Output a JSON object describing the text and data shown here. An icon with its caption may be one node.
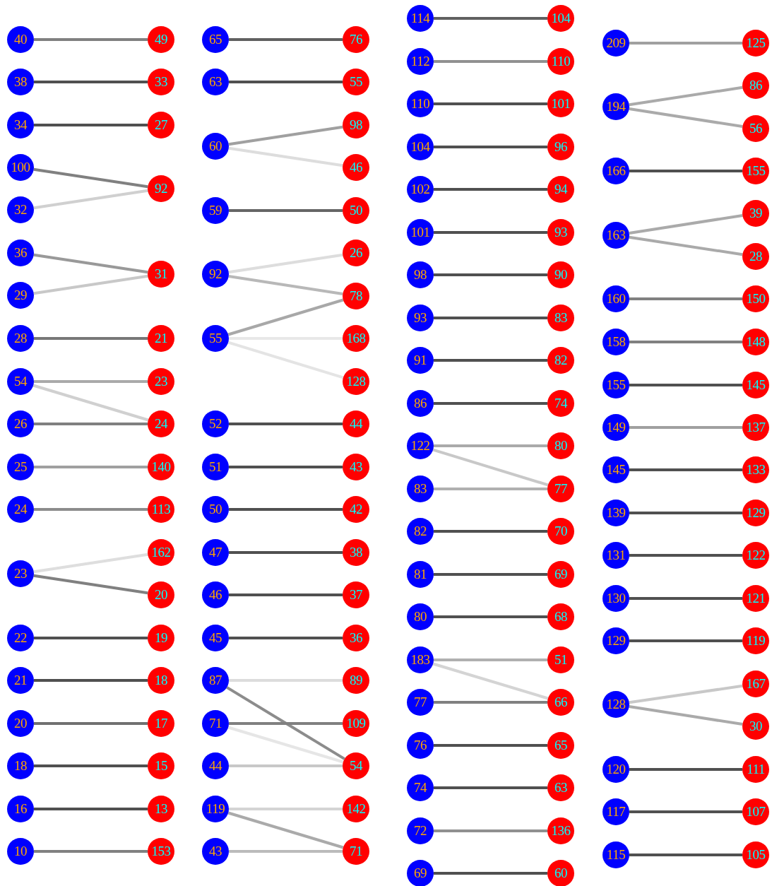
{
  "diagram": {
    "nodes": [
      {
        "text": [
          "40"
        ]
      },
      {
        "text": [
          "38"
        ]
      },
      {
        "text": [
          "34"
        ]
      },
      {
        "text": [
          "100"
        ]
      },
      {
        "text": [
          "32"
        ]
      },
      {
        "text": [
          "36"
        ]
      },
      {
        "text": [
          "29"
        ]
      },
      {
        "text": [
          "28"
        ]
      },
      {
        "text": [
          "54"
        ]
      },
      {
        "text": [
          "26"
        ]
      },
      {
        "text": [
          "25"
        ]
      },
      {
        "text": [
          "24"
        ]
      },
      {
        "text": [
          "23"
        ]
      },
      {
        "text": [
          "22"
        ]
      },
      {
        "text": [
          "21"
        ]
      },
      {
        "text": [
          "20"
        ]
      },
      {
        "text": [
          "18"
        ]
      },
      {
        "text": [
          "16"
        ]
      },
      {
        "text": [
          "10"
        ]
      },
      {
        "text": [
          "49"
        ]
      },
      {
        "text": [
          "33"
        ]
      },
      {
        "text": [
          "27"
        ]
      },
      {
        "text": [
          "92"
        ]
      },
      {
        "text": [
          "31"
        ]
      },
      {
        "text": [
          "21"
        ]
      },
      {
        "text": [
          "23"
        ]
      },
      {
        "text": [
          "24"
        ]
      },
      {
        "text": [
          "140"
        ]
      },
      {
        "text": [
          "113"
        ]
      },
      {
        "text": [
          "162"
        ]
      },
      {
        "text": [
          "20"
        ]
      },
      {
        "text": [
          "19"
        ]
      },
      {
        "text": [
          "18"
        ]
      },
      {
        "text": [
          "17"
        ]
      },
      {
        "text": [
          "15"
        ]
      },
      {
        "text": [
          "13"
        ]
      },
      {
        "text": [
          "153"
        ]
      },
      {
        "text": [
          "65"
        ]
      },
      {
        "text": [
          "63"
        ]
      },
      {
        "text": [
          "60"
        ]
      },
      {
        "text": [
          "59"
        ]
      },
      {
        "text": [
          "92"
        ]
      },
      {
        "text": [
          "55"
        ]
      },
      {
        "text": [
          "52"
        ]
      },
      {
        "text": [
          "51"
        ]
      },
      {
        "text": [
          "50"
        ]
      },
      {
        "text": [
          "47"
        ]
      },
      {
        "text": [
          "46"
        ]
      },
      {
        "text": [
          "45"
        ]
      },
      {
        "text": [
          "87"
        ]
      },
      {
        "text": [
          "71"
        ]
      },
      {
        "text": [
          "44"
        ]
      },
      {
        "text": [
          "119"
        ]
      },
      {
        "text": [
          "43"
        ]
      },
      {
        "text": [
          "76"
        ]
      },
      {
        "text": [
          "55"
        ]
      },
      {
        "text": [
          "98"
        ]
      },
      {
        "text": [
          "46"
        ]
      },
      {
        "text": [
          "50"
        ]
      },
      {
        "text": [
          "26"
        ]
      },
      {
        "text": [
          "78"
        ]
      },
      {
        "text": [
          "168"
        ]
      },
      {
        "text": [
          "128"
        ]
      },
      {
        "text": [
          "44"
        ]
      },
      {
        "text": [
          "43"
        ]
      },
      {
        "text": [
          "42"
        ]
      },
      {
        "text": [
          "38"
        ]
      },
      {
        "text": [
          "37"
        ]
      },
      {
        "text": [
          "36"
        ]
      },
      {
        "text": [
          "89"
        ]
      },
      {
        "text": [
          "109"
        ]
      },
      {
        "text": [
          "54"
        ]
      },
      {
        "text": [
          "142"
        ]
      },
      {
        "text": [
          "71"
        ]
      },
      {
        "text": [
          "114"
        ]
      },
      {
        "text": [
          "112"
        ]
      },
      {
        "text": [
          "110"
        ]
      },
      {
        "text": [
          "104"
        ]
      },
      {
        "text": [
          "102"
        ]
      },
      {
        "text": [
          "101"
        ]
      },
      {
        "text": [
          "98"
        ]
      },
      {
        "text": [
          "93"
        ]
      },
      {
        "text": [
          "91"
        ]
      },
      {
        "text": [
          "86"
        ]
      },
      {
        "text": [
          "122"
        ]
      },
      {
        "text": [
          "83"
        ]
      },
      {
        "text": [
          "82"
        ]
      },
      {
        "text": [
          "81"
        ]
      },
      {
        "text": [
          "80"
        ]
      },
      {
        "text": [
          "183"
        ]
      },
      {
        "text": [
          "77"
        ]
      },
      {
        "text": [
          "76"
        ]
      },
      {
        "text": [
          "74"
        ]
      },
      {
        "text": [
          "72"
        ]
      },
      {
        "text": [
          "69"
        ]
      },
      {
        "text": [
          "104"
        ]
      },
      {
        "text": [
          "110"
        ]
      },
      {
        "text": [
          "101"
        ]
      },
      {
        "text": [
          "96"
        ]
      },
      {
        "text": [
          "94"
        ]
      },
      {
        "text": [
          "93"
        ]
      },
      {
        "text": [
          "90"
        ]
      },
      {
        "text": [
          "83"
        ]
      },
      {
        "text": [
          "82"
        ]
      },
      {
        "text": [
          "74"
        ]
      },
      {
        "text": [
          "80"
        ]
      },
      {
        "text": [
          "77"
        ]
      },
      {
        "text": [
          "70"
        ]
      },
      {
        "text": [
          "69"
        ]
      },
      {
        "text": [
          "68"
        ]
      },
      {
        "text": [
          "51"
        ]
      },
      {
        "text": [
          "66"
        ]
      },
      {
        "text": [
          "65"
        ]
      },
      {
        "text": [
          "63"
        ]
      },
      {
        "text": [
          "136"
        ]
      },
      {
        "text": [
          "60"
        ]
      },
      {
        "text": [
          "209"
        ]
      },
      {
        "text": [
          "194"
        ]
      },
      {
        "text": [
          "166"
        ]
      },
      {
        "text": [
          "163"
        ]
      },
      {
        "text": [
          "160"
        ]
      },
      {
        "text": [
          "158"
        ]
      },
      {
        "text": [
          "155"
        ]
      },
      {
        "text": [
          "149"
        ]
      },
      {
        "text": [
          "145"
        ]
      },
      {
        "text": [
          "139"
        ]
      },
      {
        "text": [
          "131"
        ]
      },
      {
        "text": [
          "130"
        ]
      },
      {
        "text": [
          "129"
        ]
      },
      {
        "text": [
          "128"
        ]
      },
      {
        "text": [
          "120"
        ]
      },
      {
        "text": [
          "117"
        ]
      },
      {
        "text": [
          "115"
        ]
      },
      {
        "text": [
          "125"
        ]
      },
      {
        "text": [
          "86"
        ]
      },
      {
        "text": [
          "56"
        ]
      },
      {
        "text": [
          "155"
        ]
      },
      {
        "text": [
          "39"
        ]
      },
      {
        "text": [
          "28"
        ]
      },
      {
        "text": [
          "150"
        ]
      },
      {
        "text": [
          "148"
        ]
      },
      {
        "text": [
          "145"
        ]
      },
      {
        "text": [
          "137"
        ]
      },
      {
        "text": [
          "133"
        ]
      },
      {
        "text": [
          "129"
        ]
      },
      {
        "text": [
          "122"
        ]
      },
      {
        "text": [
          "121"
        ]
      },
      {
        "text": [
          "119"
        ]
      },
      {
        "text": [
          "167"
        ]
      },
      {
        "text": [
          "30"
        ]
      },
      {
        "text": [
          "111"
        ]
      },
      {
        "text": [
          "107"
        ]
      },
      {
        "text": [
          "105"
        ]
      }
    ],
    "edges": [
      {
        "from": 0,
        "to": 19,
        "arrow": "none",
        "color": "#808080"
      },
      {
        "from": 1,
        "to": 20,
        "arrow": "none"
      },
      {
        "from": 2,
        "to": 21,
        "arrow": "none"
      },
      {
        "from": 3,
        "to": 22,
        "arrow": "none",
        "color": "#808080"
      },
      {
        "from": 4,
        "to": 22,
        "arrow": "none",
        "color": "#d0d0d0"
      },
      {
        "from": 5,
        "to": 23,
        "arrow": "none",
        "color": "#999999"
      },
      {
        "from": 6,
        "to": 23,
        "arrow": "none",
        "color": "#c8c8c8"
      },
      {
        "from": 7,
        "to": 24,
        "arrow": "none",
        "color": "#777777"
      },
      {
        "from": 8,
        "to": 25,
        "arrow": "none",
        "color": "#aaaaaa"
      },
      {
        "from": 8,
        "to": 26,
        "arrow": "none",
        "color": "#d0d0d0"
      },
      {
        "from": 9,
        "to": 26,
        "arrow": "none",
        "color": "#808080"
      },
      {
        "from": 10,
        "to": 27,
        "arrow": "none",
        "color": "#a0a0a0"
      },
      {
        "from": 11,
        "to": 28,
        "arrow": "none",
        "color": "#8c8c8c"
      },
      {
        "from": 12,
        "to": 29,
        "arrow": "none",
        "color": "#dedede"
      },
      {
        "from": 12,
        "to": 30,
        "arrow": "none",
        "color": "#808080"
      },
      {
        "from": 13,
        "to": 31,
        "arrow": "none"
      },
      {
        "from": 14,
        "to": 32,
        "arrow": "none"
      },
      {
        "from": 15,
        "to": 33,
        "arrow": "none",
        "color": "#707070"
      },
      {
        "from": 16,
        "to": 34,
        "arrow": "none"
      },
      {
        "from": 17,
        "to": 35,
        "arrow": "none"
      },
      {
        "from": 18,
        "to": 36,
        "arrow": "none",
        "color": "#808080"
      },
      {
        "from": 37,
        "to": 54,
        "arrow": "none",
        "color": "#606060"
      },
      {
        "from": 38,
        "to": 55,
        "arrow": "none"
      },
      {
        "from": 39,
        "to": 56,
        "arrow": "none",
        "color": "#a0a0a0"
      },
      {
        "from": 39,
        "to": 57,
        "arrow": "none",
        "color": "#dddddd"
      },
      {
        "from": 40,
        "to": 58,
        "arrow": "none",
        "color": "#666666"
      },
      {
        "from": 41,
        "to": 59,
        "arrow": "none",
        "color": "#dddddd"
      },
      {
        "from": 41,
        "to": 60,
        "arrow": "none",
        "color": "#b8b8b8"
      },
      {
        "from": 42,
        "to": 60,
        "arrow": "none",
        "color": "#a8a8a8"
      },
      {
        "from": 42,
        "to": 61,
        "arrow": "none",
        "color": "#e8e8e8"
      },
      {
        "from": 42,
        "to": 62,
        "arrow": "none",
        "color": "#e4e4e4"
      },
      {
        "from": 43,
        "to": 63,
        "arrow": "none"
      },
      {
        "from": 44,
        "to": 64,
        "arrow": "none"
      },
      {
        "from": 45,
        "to": 65,
        "arrow": "none"
      },
      {
        "from": 46,
        "to": 66,
        "arrow": "none"
      },
      {
        "from": 47,
        "to": 67,
        "arrow": "none"
      },
      {
        "from": 48,
        "to": 68,
        "arrow": "none"
      },
      {
        "from": 49,
        "to": 69,
        "arrow": "none",
        "color": "#dcdcdc"
      },
      {
        "from": 49,
        "to": 71,
        "arrow": "none",
        "color": "#8c8c8c"
      },
      {
        "from": 50,
        "to": 70,
        "arrow": "none",
        "color": "#808080"
      },
      {
        "from": 50,
        "to": 71,
        "arrow": "none",
        "color": "#e6e6e6"
      },
      {
        "from": 51,
        "to": 71,
        "arrow": "none",
        "color": "#c8c8c8"
      },
      {
        "from": 52,
        "to": 72,
        "arrow": "none",
        "color": "#d4d4d4"
      },
      {
        "from": 52,
        "to": 73,
        "arrow": "none",
        "color": "#aaaaaa"
      },
      {
        "from": 53,
        "to": 73,
        "arrow": "none",
        "color": "#bbbbbb"
      },
      {
        "from": 74,
        "to": 95,
        "arrow": "none",
        "color": "#606060"
      },
      {
        "from": 75,
        "to": 96,
        "arrow": "none",
        "color": "#909090"
      },
      {
        "from": 76,
        "to": 97,
        "arrow": "none"
      },
      {
        "from": 77,
        "to": 98,
        "arrow": "none"
      },
      {
        "from": 78,
        "to": 99,
        "arrow": "none"
      },
      {
        "from": 79,
        "to": 100,
        "arrow": "none"
      },
      {
        "from": 80,
        "to": 101,
        "arrow": "none"
      },
      {
        "from": 81,
        "to": 102,
        "arrow": "none"
      },
      {
        "from": 82,
        "to": 103,
        "arrow": "none"
      },
      {
        "from": 83,
        "to": 104,
        "arrow": "none"
      },
      {
        "from": 84,
        "to": 105,
        "arrow": "none",
        "color": "#aaaaaa"
      },
      {
        "from": 84,
        "to": 106,
        "arrow": "none",
        "color": "#c8c8c8"
      },
      {
        "from": 85,
        "to": 106,
        "arrow": "none",
        "color": "#b0b0b0"
      },
      {
        "from": 86,
        "to": 107,
        "arrow": "none"
      },
      {
        "from": 87,
        "to": 108,
        "arrow": "none"
      },
      {
        "from": 88,
        "to": 109,
        "arrow": "none"
      },
      {
        "from": 89,
        "to": 110,
        "arrow": "none",
        "color": "#b0b0b0"
      },
      {
        "from": 89,
        "to": 111,
        "arrow": "none",
        "color": "#d4d4d4"
      },
      {
        "from": 90,
        "to": 111,
        "arrow": "none",
        "color": "#808080"
      },
      {
        "from": 91,
        "to": 112,
        "arrow": "none"
      },
      {
        "from": 92,
        "to": 113,
        "arrow": "none"
      },
      {
        "from": 93,
        "to": 114,
        "arrow": "none",
        "color": "#909090"
      },
      {
        "from": 94,
        "to": 115,
        "arrow": "none"
      },
      {
        "from": 116,
        "to": 133,
        "arrow": "none",
        "color": "#a0a0a0"
      },
      {
        "from": 117,
        "to": 134,
        "arrow": "none",
        "color": "#aaaaaa"
      },
      {
        "from": 117,
        "to": 135,
        "arrow": "none",
        "color": "#aaaaaa"
      },
      {
        "from": 118,
        "to": 136,
        "arrow": "none"
      },
      {
        "from": 119,
        "to": 137,
        "arrow": "none",
        "color": "#aaaaaa"
      },
      {
        "from": 119,
        "to": 138,
        "arrow": "none",
        "color": "#aaaaaa"
      },
      {
        "from": 120,
        "to": 139,
        "arrow": "none",
        "color": "#808080"
      },
      {
        "from": 121,
        "to": 140,
        "arrow": "none",
        "color": "#808080"
      },
      {
        "from": 122,
        "to": 141,
        "arrow": "none"
      },
      {
        "from": 123,
        "to": 142,
        "arrow": "none",
        "color": "#a0a0a0"
      },
      {
        "from": 124,
        "to": 143,
        "arrow": "none"
      },
      {
        "from": 125,
        "to": 144,
        "arrow": "none"
      },
      {
        "from": 126,
        "to": 145,
        "arrow": "none"
      },
      {
        "from": 127,
        "to": 146,
        "arrow": "none"
      },
      {
        "from": 128,
        "to": 147,
        "arrow": "none"
      },
      {
        "from": 129,
        "to": 148,
        "arrow": "none",
        "color": "#c8c8c8"
      },
      {
        "from": 129,
        "to": 149,
        "arrow": "none",
        "color": "#aaaaaa"
      },
      {
        "from": 130,
        "to": 150,
        "arrow": "none"
      },
      {
        "from": 131,
        "to": 151,
        "arrow": "none"
      },
      {
        "from": 132,
        "to": 152,
        "arrow": "none"
      }
    ]
  }
}
